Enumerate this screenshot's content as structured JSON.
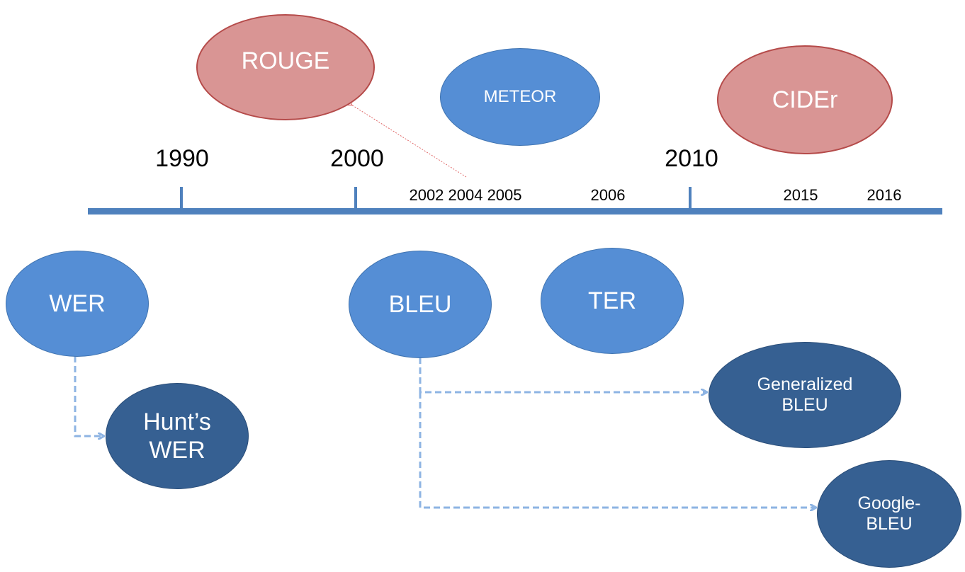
{
  "colors": {
    "light_blue": "#558ed5",
    "dark_blue": "#366092",
    "rose": "#d99594",
    "rose_border": "#b54b4a",
    "blue_border": "#3f73b0",
    "axis": "#4f81bd",
    "dashed_arrow": "#8eb4e3",
    "red_arrow": "#e06c6c"
  },
  "timeline": {
    "major_years": [
      "1990",
      "2000",
      "2010"
    ],
    "minor_years": [
      "2002 2004 2005",
      "2006",
      "2015",
      "2016"
    ]
  },
  "metrics": {
    "rouge": "ROUGE",
    "meteor": "METEOR",
    "cider": "CIDEr",
    "wer": "WER",
    "bleu": "BLEU",
    "ter": "TER",
    "hunts_wer": "Hunt’s\nWER",
    "generalized_bleu": "Generalized\nBLEU",
    "google_bleu": "Google-\nBLEU"
  }
}
